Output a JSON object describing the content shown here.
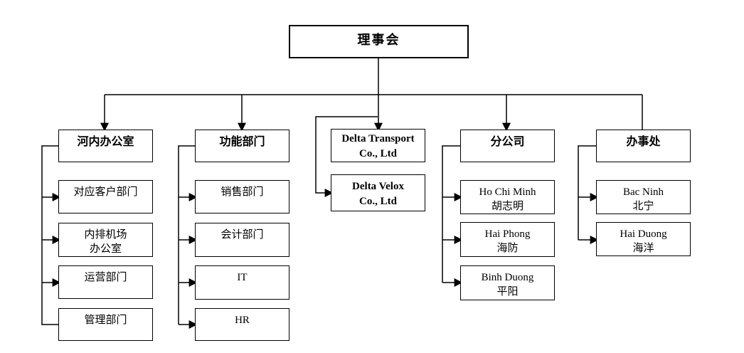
{
  "diagram": {
    "type": "org-chart",
    "board": {
      "lines": [
        "理事会"
      ]
    },
    "columns": [
      {
        "header": {
          "lines": [
            "河内办公室"
          ]
        },
        "children": [
          {
            "lines": [
              "对应客户部门"
            ]
          },
          {
            "lines": [
              "内排机场",
              "办公室"
            ]
          },
          {
            "lines": [
              "运营部门"
            ]
          },
          {
            "lines": [
              "管理部门"
            ]
          }
        ]
      },
      {
        "header": {
          "lines": [
            "功能部门"
          ]
        },
        "children": [
          {
            "lines": [
              "销售部门"
            ]
          },
          {
            "lines": [
              "会计部门"
            ]
          },
          {
            "lines": [
              "IT"
            ]
          },
          {
            "lines": [
              "HR"
            ]
          }
        ]
      },
      {
        "header": {
          "lines": [
            "Delta Transport",
            "Co., Ltd"
          ]
        },
        "children": [
          {
            "lines": [
              "Delta Velox",
              "Co., Ltd"
            ]
          }
        ]
      },
      {
        "header": {
          "lines": [
            "分公司"
          ]
        },
        "children": [
          {
            "lines": [
              "Ho Chi Minh",
              "胡志明"
            ]
          },
          {
            "lines": [
              "Hai Phong",
              "海防"
            ]
          },
          {
            "lines": [
              "Binh Duong",
              "平阳"
            ]
          }
        ]
      },
      {
        "header": {
          "lines": [
            "办事处"
          ]
        },
        "children": [
          {
            "lines": [
              "Bac Ninh",
              "北宁"
            ]
          },
          {
            "lines": [
              "Hai Duong",
              "海洋"
            ]
          }
        ]
      }
    ],
    "colors": {
      "background": "#ffffff",
      "line": "#000000",
      "text": "#000000",
      "box_border": "#000000"
    }
  }
}
